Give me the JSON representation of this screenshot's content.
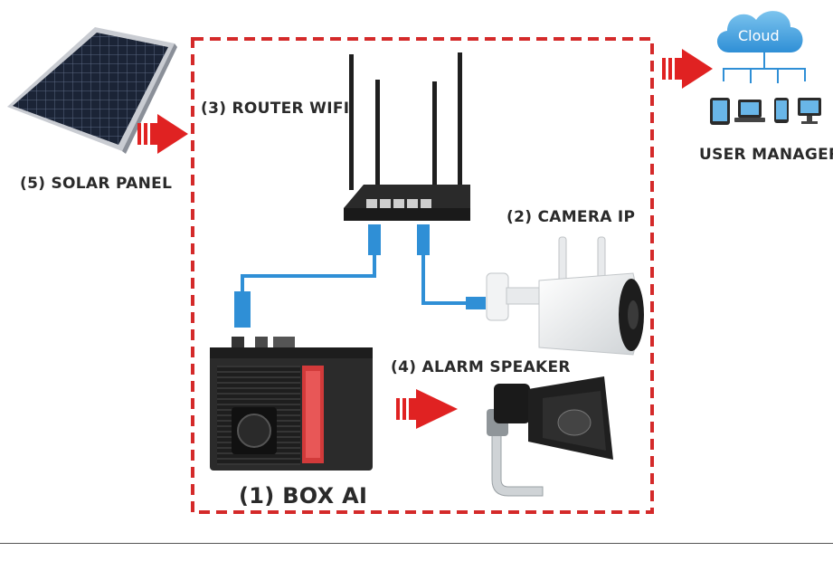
{
  "labels": {
    "router": "(3) ROUTER WIFI",
    "solar": "(5) SOLAR PANEL",
    "camera": "(2) CAMERA IP",
    "speaker": "(4) ALARM SPEAKER",
    "box": "(1) BOX AI",
    "user": "USER MANAGER",
    "cloud": "Cloud"
  },
  "colors": {
    "dashed_border": "#d42a2a",
    "arrow": "#e02222",
    "cable": "#2f8fd6",
    "cloud": "#4aa3df"
  }
}
